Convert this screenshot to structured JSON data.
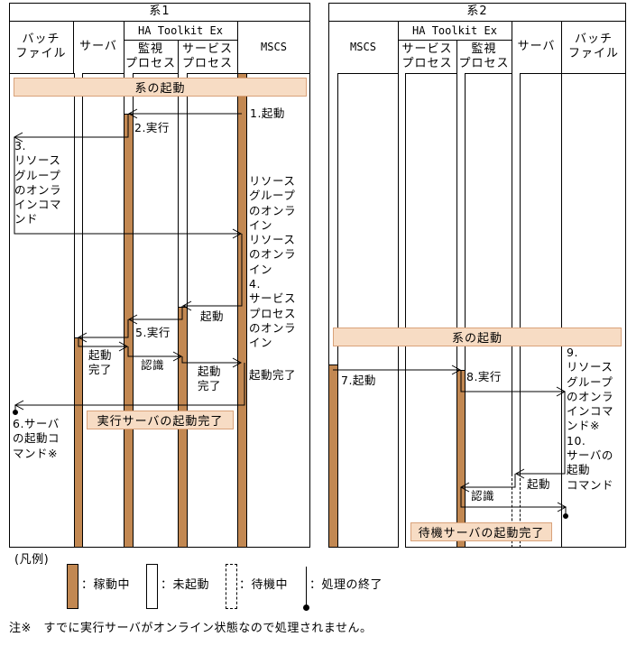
{
  "system1": {
    "title": "系1",
    "group_header": "HA Toolkit Ex",
    "columns": {
      "batch": "バッチ\nファイル",
      "server": "サーバ",
      "monitor": "監視\nプロセス",
      "service": "サービス\nプロセス",
      "mscs": "MSCS"
    },
    "band_start": "系の起動",
    "band_done": "実行サーバの起動完了",
    "steps": {
      "s1": "1.起動",
      "s2": "2.実行",
      "s3": "3.\nリソース\nグループ\nのオンラ\nインコマ\nンド",
      "mscs_note": "リソース\nグループ\nのオンラ\nイン\nリソース\nのオンラ\nイン\n4.\nサービス\nプロセス\nのオンラ\nイン",
      "mscs_done": "起動完了",
      "start_service": "起動",
      "s5": "5.実行",
      "server_done": "起動\n完了",
      "recognize": "認識",
      "service_done": "起動\n完了",
      "s6": "6.サーバ\nの起動コ\nマンド※"
    }
  },
  "system2": {
    "title": "系2",
    "group_header": "HA Toolkit Ex",
    "columns": {
      "mscs": "MSCS",
      "service": "サービス\nプロセス",
      "monitor": "監視\nプロセス",
      "server": "サーバ",
      "batch": "バッチ\nファイル"
    },
    "band_start": "系の起動",
    "band_done": "待機サーバの起動完了",
    "steps": {
      "s7": "7.起動",
      "s8": "8.実行",
      "s9_10": "9.\nリソース\nグループ\nのオンラ\nインコマ\nンド※\n10.\nサーバの\n起動\nコマンド",
      "start_server": "起動",
      "recognize": "認識"
    }
  },
  "legend": {
    "title": "(凡例)",
    "running": "：稼動中",
    "not_started": "：未起動",
    "standby": "：待機中",
    "end": "：処理の終了"
  },
  "note": "注※　すでに実行サーバがオンライン状態なので処理されません。",
  "colors": {
    "running_bar": "#c28852",
    "band_fill": "#f7dcc4",
    "band_border": "#d9a27a"
  }
}
